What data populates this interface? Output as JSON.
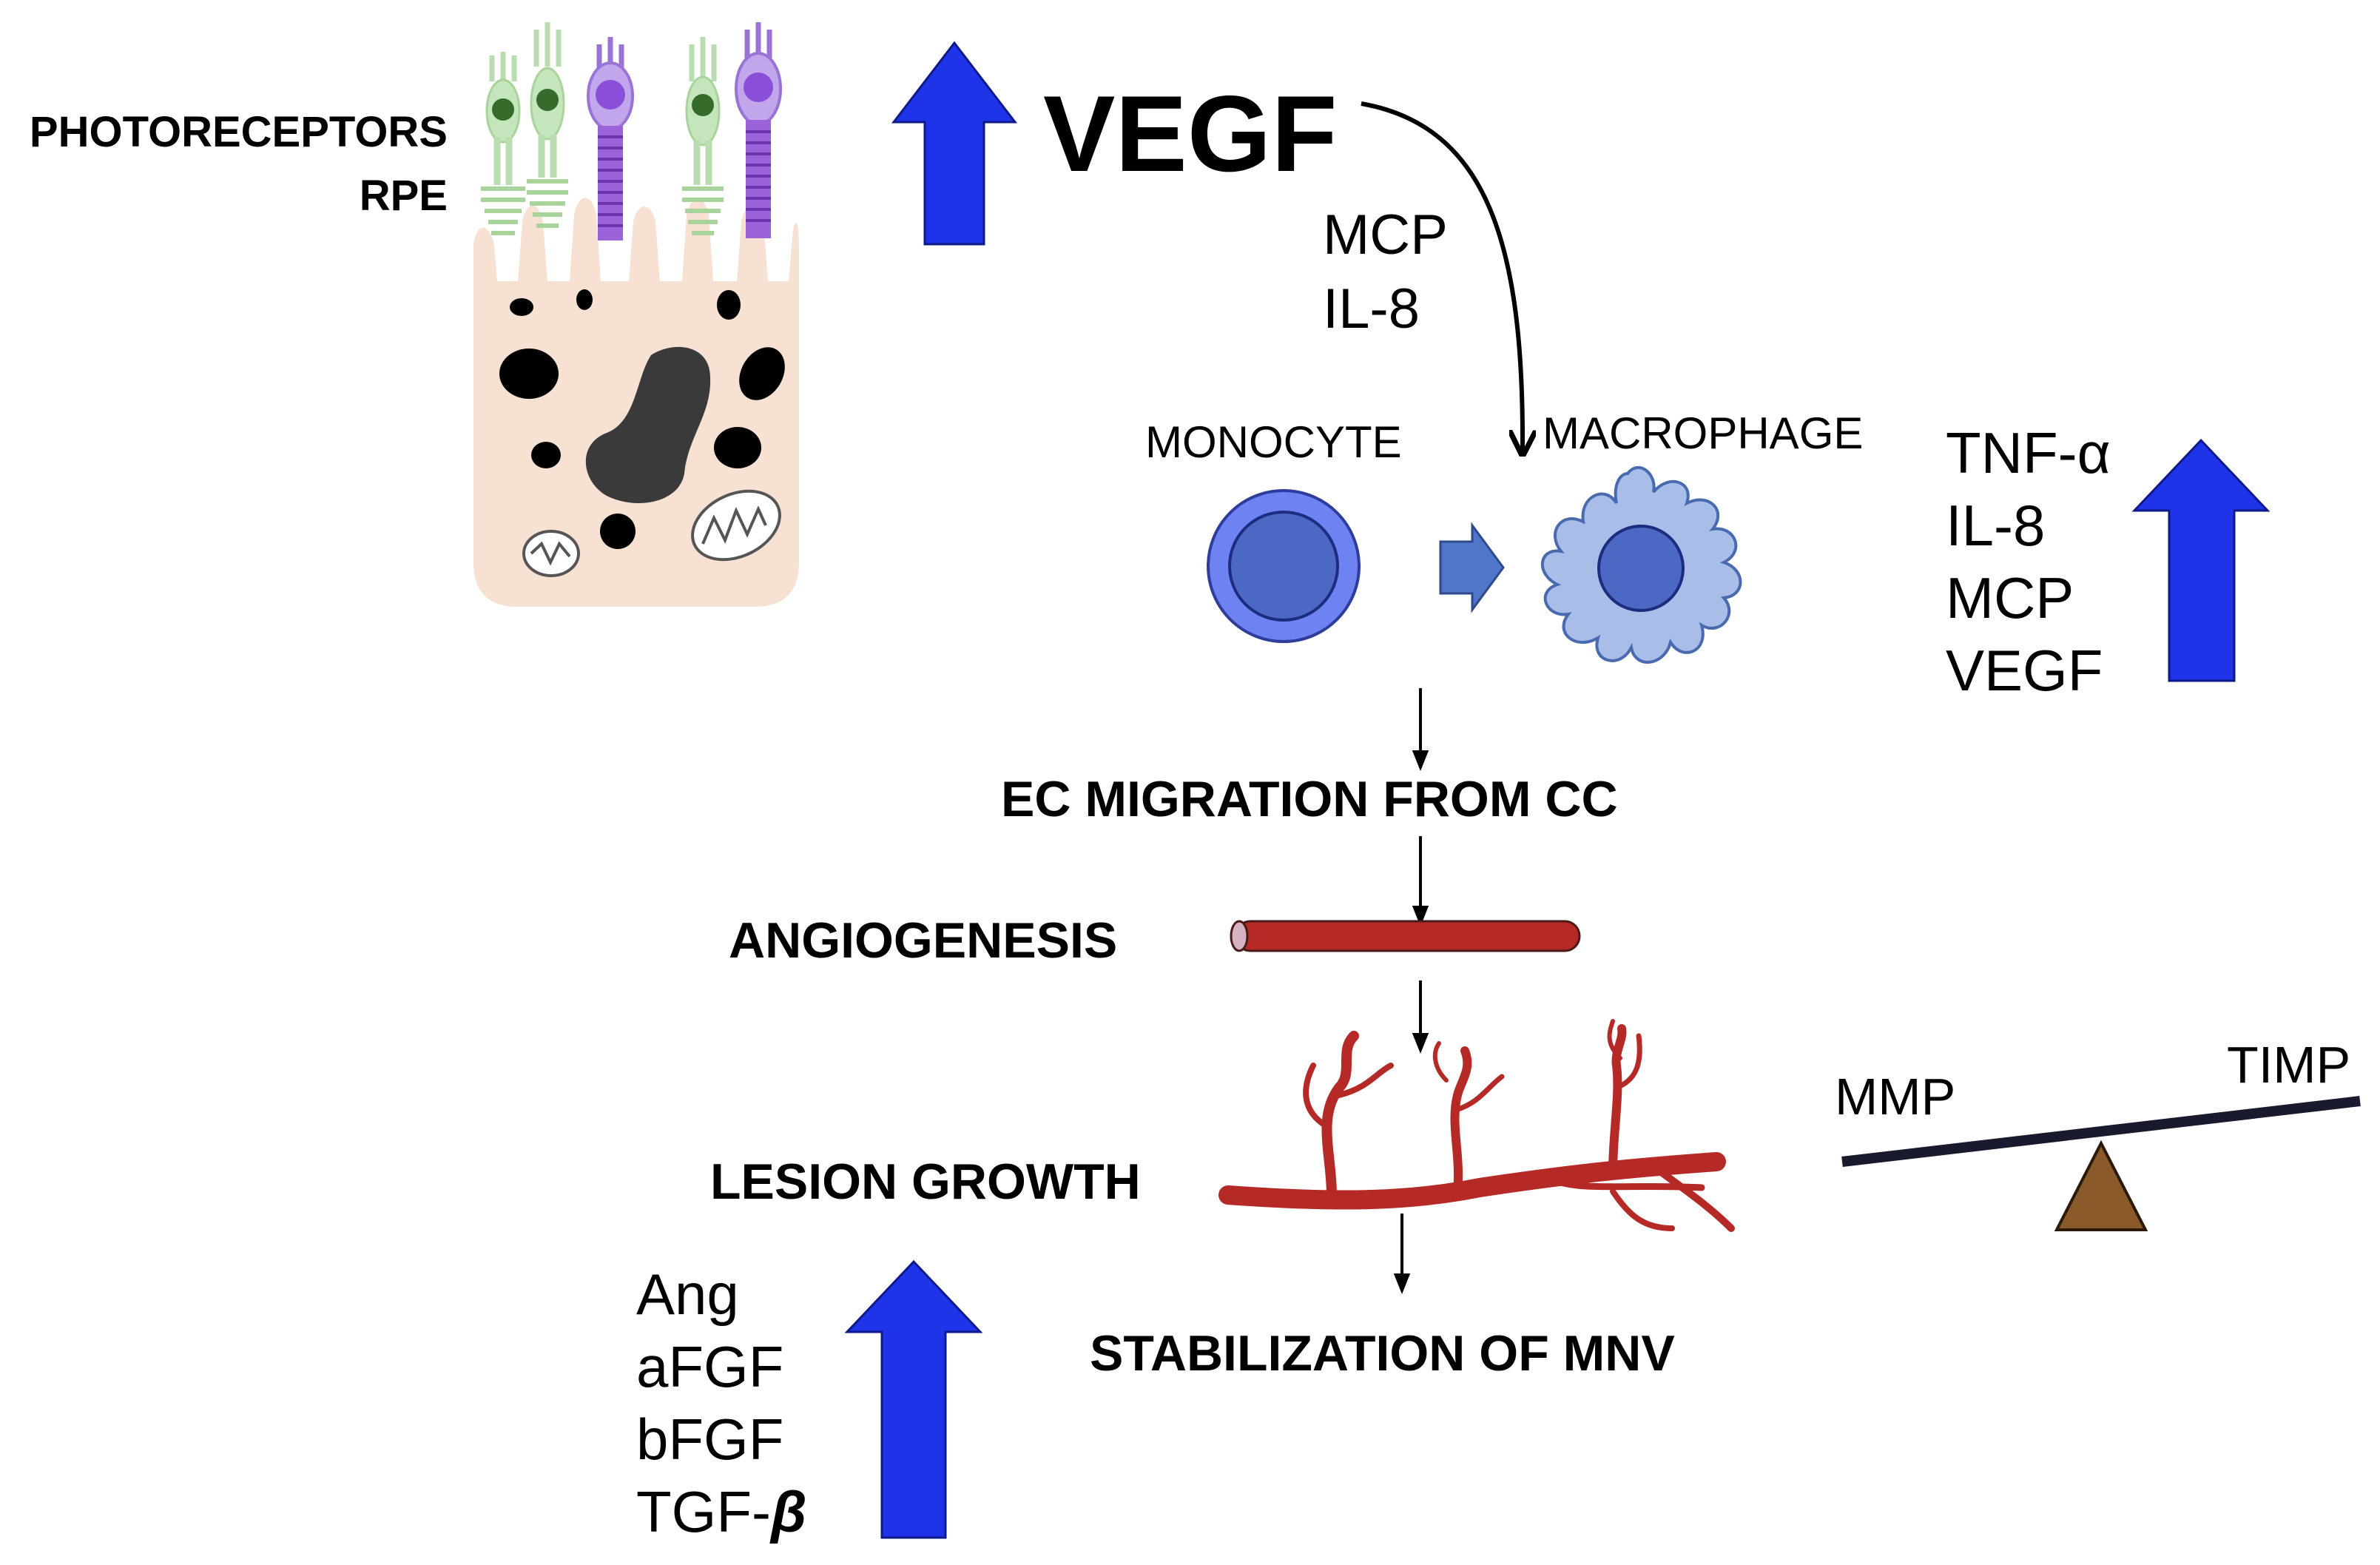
{
  "cell": {
    "photoreceptors_label": "PHOTORECEPTORS",
    "rpe_label": "RPE"
  },
  "vegf": {
    "title": "VEGF"
  },
  "chemo": {
    "line1": "MCP",
    "line2": "IL-8"
  },
  "cells": {
    "monocyte_label": "MONOCYTE",
    "macrophage_label": "MACROPHAGE"
  },
  "macrophage_factors": {
    "items": [
      {
        "name": "TNF-",
        "suffix": "α"
      },
      {
        "name": "IL-8",
        "suffix": ""
      },
      {
        "name": "MCP",
        "suffix": ""
      },
      {
        "name": "VEGF",
        "suffix": ""
      }
    ]
  },
  "steps": {
    "migration": "EC MIGRATION FROM CC",
    "angiogenesis": "ANGIOGENESIS",
    "lesion": "LESION GROWTH",
    "stabilization": "STABILIZATION OF MNV"
  },
  "balance": {
    "left": "MMP",
    "right": "TIMP"
  },
  "growth_factors": {
    "items": [
      {
        "name": "Ang",
        "suffix": ""
      },
      {
        "name": "aFGF",
        "suffix": ""
      },
      {
        "name": "bFGF",
        "suffix": ""
      },
      {
        "name": "TGF-",
        "suffix": "β"
      }
    ]
  },
  "colors": {
    "up_arrow": "#1f34e8",
    "cell_body": "#f6e1d3",
    "nucleus": "#3a3a3a",
    "vessel": "#b52a26",
    "monocyte": "#6f82f2",
    "macrophage": "#a8bde8",
    "fulcrum": "#8a5a2b"
  }
}
